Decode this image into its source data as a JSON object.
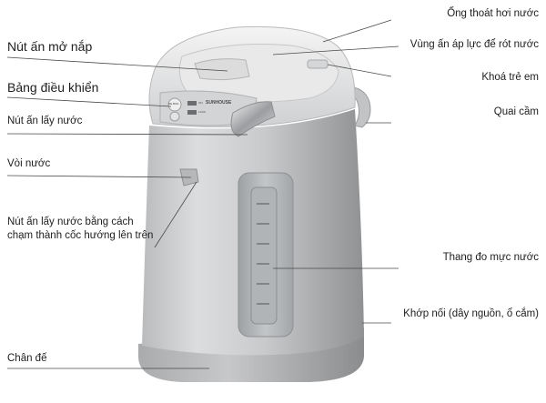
{
  "labels": {
    "steam_vent": "Ống thoát hơi nước",
    "lid_button": "Nút ấn mở nắp",
    "pressure_area": "Vùng ấn áp lực để rót nước",
    "control_panel": "Bảng điều khiển",
    "child_lock": "Khoá trẻ em",
    "dispense_button": "Nút ấn lấy nước",
    "handle": "Quai cầm",
    "spout": "Vòi nước",
    "cup_button_line1": "Nút ấn lấy nước bằng cách",
    "cup_button_line2": "chạm thành cốc hướng lên trên",
    "water_gauge": "Thang đo mực nước",
    "connector": "Khớp nối (dây nguồn, ổ cắm)",
    "base": "Chân đế"
  },
  "product": {
    "brand": "SUNHOUSE",
    "panel_btn_1": "RE BOIL",
    "panel_btn_2": "ON",
    "panel_btn_3": "LOCK"
  }
}
